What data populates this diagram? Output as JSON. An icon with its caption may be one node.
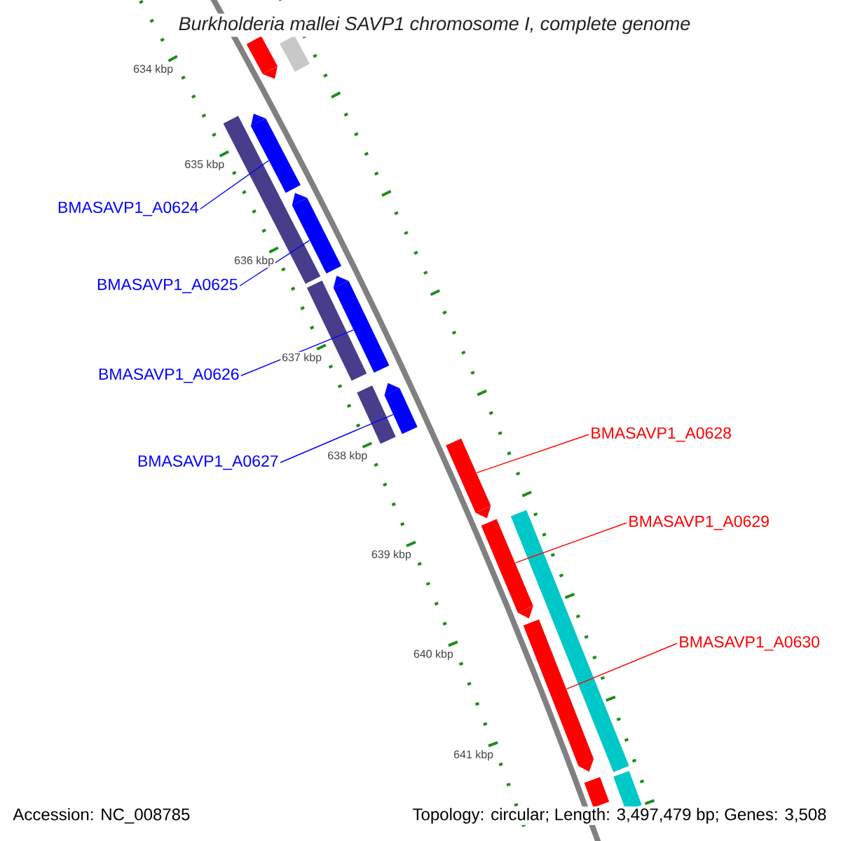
{
  "diagram": {
    "title": "Burkholderia mallei SAVP1 chromosome I, complete genome",
    "nodes": [
      {
        "text": [
          "BMASAVP1_A0624"
        ]
      },
      {
        "text": [
          "BMASAVP1_A0625"
        ]
      },
      {
        "text": [
          "BMASAVP1_A0626"
        ]
      },
      {
        "text": [
          "BMASAVP1_A0627"
        ]
      },
      {
        "text": [
          "BMASAVP1_A0628"
        ]
      },
      {
        "text": [
          "BMASAVP1_A0629"
        ]
      },
      {
        "text": [
          "BMASAVP1_A0630"
        ]
      },
      {
        "text": [],
        "shape": "bar"
      },
      {
        "text": [],
        "shape": "bar"
      },
      {
        "text": [],
        "shape": "bar"
      },
      {
        "text": [],
        "shape": "bar"
      },
      {
        "text": [],
        "shape": "bar"
      },
      {
        "text": [],
        "shape": "bar"
      },
      {
        "text": [],
        "shape": "bar"
      },
      {
        "text": [],
        "shape": "bar"
      },
      {
        "text": [],
        "shape": "box"
      },
      {
        "text": [],
        "shape": "box"
      },
      {
        "text": [],
        "shape": "box"
      },
      {
        "text": [],
        "shape": "box"
      },
      {
        "text": [],
        "shape": "box"
      },
      {
        "text": [],
        "shape": "box"
      },
      {
        "text": [],
        "shape": "bar"
      }
    ],
    "edges": [
      {
        "from": 0,
        "to": 7,
        "arrow": "none",
        "color": "#0000ff"
      },
      {
        "from": 1,
        "to": 8,
        "arrow": "none",
        "color": "#0000ff"
      },
      {
        "from": 2,
        "to": 9,
        "arrow": "none",
        "color": "#0000ff"
      },
      {
        "from": 3,
        "to": 10,
        "arrow": "none",
        "color": "#0000ff"
      },
      {
        "from": 4,
        "to": 11,
        "arrow": "none",
        "color": "#ff0000"
      },
      {
        "from": 5,
        "to": 12,
        "arrow": "none",
        "color": "#ff0000"
      },
      {
        "from": 6,
        "to": 13,
        "arrow": "none",
        "color": "#ff0000"
      }
    ],
    "labels": [
      "634 kbp",
      "635 kbp",
      "636 kbp",
      "637 kbp",
      "638 kbp",
      "639 kbp",
      "640 kbp",
      "641 kbp",
      "Accession: NC_008785",
      "Topology: circular; Length: 3,497,479 bp; Genes: 3,508"
    ]
  }
}
